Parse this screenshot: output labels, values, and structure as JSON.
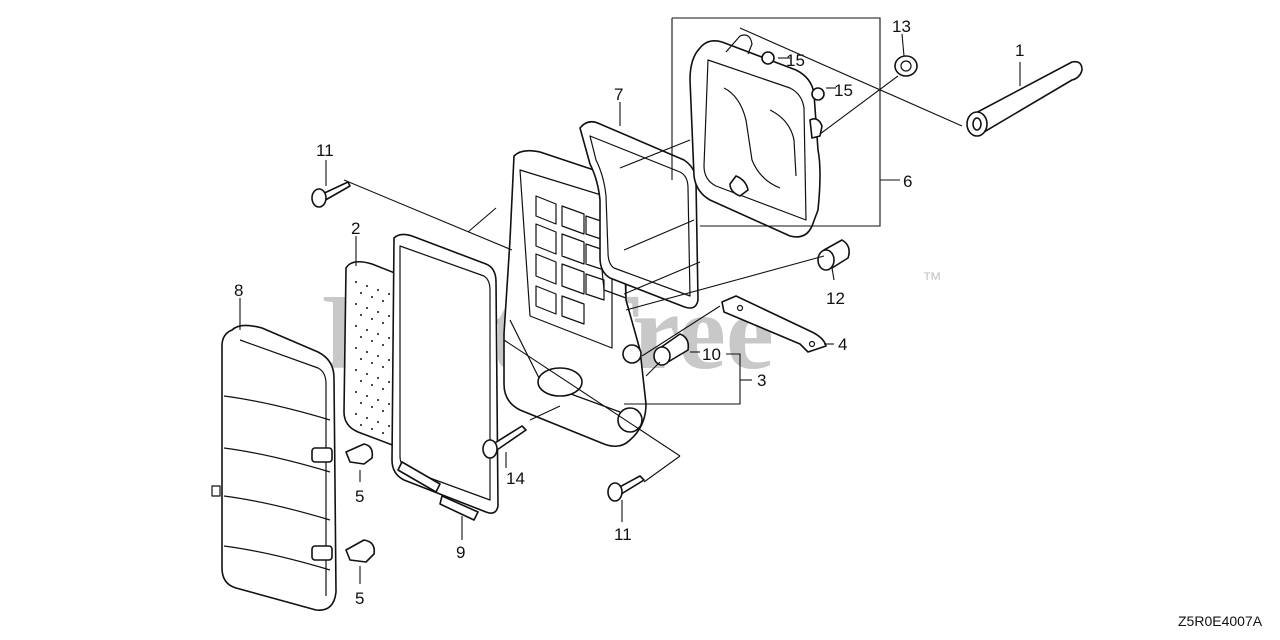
{
  "watermark": {
    "text": "PartsTree",
    "trademark": "™"
  },
  "diagram_code": "Z5R0E4007A",
  "callouts": [
    {
      "id": "c1",
      "label": "1"
    },
    {
      "id": "c2",
      "label": "2"
    },
    {
      "id": "c3",
      "label": "3"
    },
    {
      "id": "c4",
      "label": "4"
    },
    {
      "id": "c5a",
      "label": "5"
    },
    {
      "id": "c5b",
      "label": "5"
    },
    {
      "id": "c6",
      "label": "6"
    },
    {
      "id": "c7",
      "label": "7"
    },
    {
      "id": "c8",
      "label": "8"
    },
    {
      "id": "c9",
      "label": "9"
    },
    {
      "id": "c10",
      "label": "10"
    },
    {
      "id": "c11a",
      "label": "11"
    },
    {
      "id": "c11b",
      "label": "11"
    },
    {
      "id": "c12",
      "label": "12"
    },
    {
      "id": "c13",
      "label": "13"
    },
    {
      "id": "c14",
      "label": "14"
    },
    {
      "id": "c15a",
      "label": "15"
    },
    {
      "id": "c15b",
      "label": "15"
    }
  ]
}
